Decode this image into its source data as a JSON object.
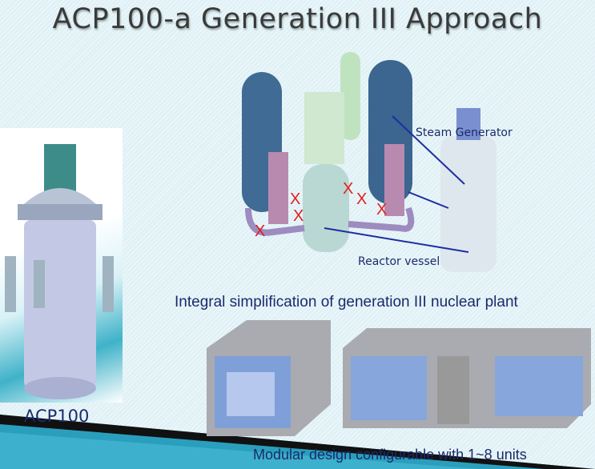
{
  "slide": {
    "title": "ACP100-a Generation III Approach",
    "reactor_image_label": "ACP100",
    "diagram_labels": {
      "steam_generator": "Steam Generator",
      "reactor_vessel": "Reactor vessel"
    },
    "caption_integral": "Integral simplification of generation III nuclear plant",
    "caption_modular": "Modular design configurable with 1~8 units",
    "colors": {
      "text": "#1b2a6b",
      "title": "#3a3a3a",
      "cross": "#e02020",
      "background": "#e0f1f6"
    }
  }
}
